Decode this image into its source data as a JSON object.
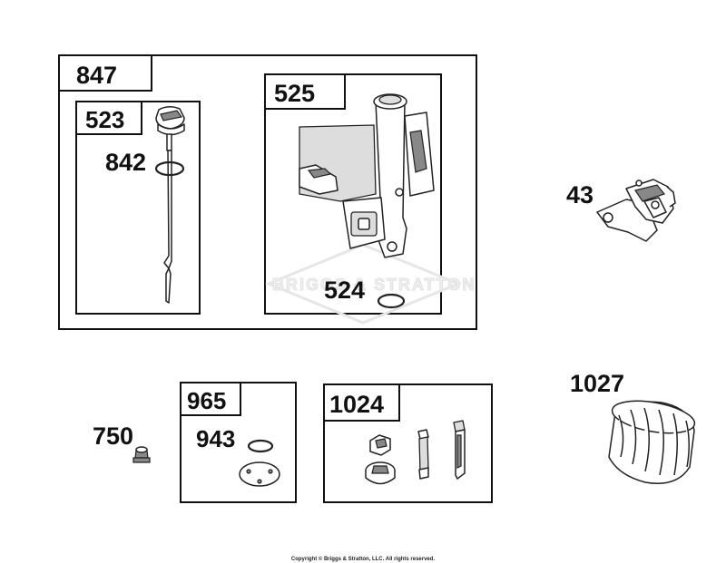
{
  "labels": {
    "kit_847": "847",
    "kit_523": "523",
    "part_842": "842",
    "kit_525": "525",
    "part_524": "524",
    "part_43": "43",
    "part_750": "750",
    "kit_965": "965",
    "part_943": "943",
    "kit_1024": "1024",
    "part_1027": "1027"
  },
  "watermark": "BRIGGS & STRATTON",
  "copyright": "Copyright © Briggs & Stratton, LLC. All rights reserved."
}
